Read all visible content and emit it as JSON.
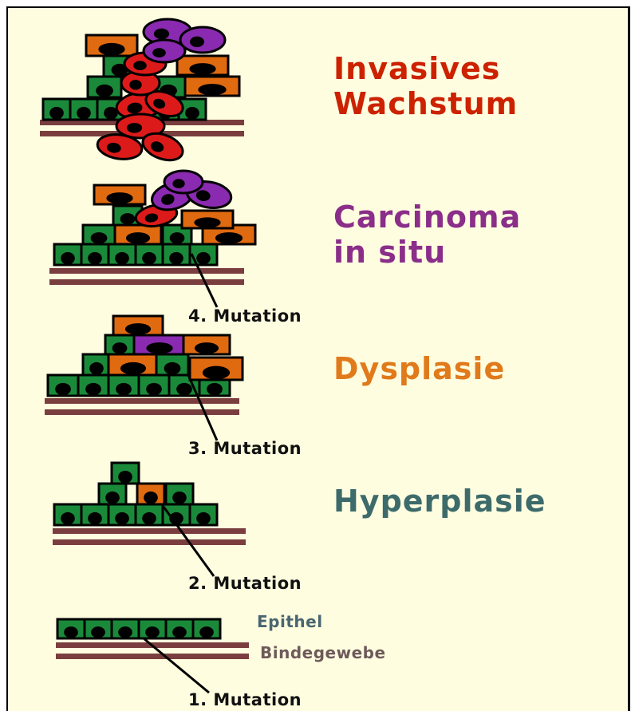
{
  "stages": [
    {
      "id": "invasive",
      "line1": "Invasives",
      "line2": "Wachstum",
      "color": "#cc2200"
    },
    {
      "id": "cis",
      "line1": "Carcinoma",
      "line2": "in situ",
      "color": "#8a2e8a"
    },
    {
      "id": "dysplasia",
      "line1": "Dysplasie",
      "color": "#e07a1a"
    },
    {
      "id": "hyperplasia",
      "line1": "Hyperplasie",
      "color": "#3d6b6b"
    }
  ],
  "mutations": [
    "4. Mutation",
    "3. Mutation",
    "2. Mutation",
    "1. Mutation"
  ],
  "layers": {
    "epithel": {
      "label": "Epithel",
      "color": "#4a6670"
    },
    "bindegewebe": {
      "label": "Bindegewebe",
      "color": "#6e5a5a"
    }
  },
  "colors": {
    "background": "#fffde0",
    "normal_cell": "#1a8a3a",
    "dysplastic_cell": "#e06a10",
    "cis_cell": "#8a2ab0",
    "invasive_cell": "#dd1a1a",
    "nucleus": "#000000",
    "connective_tissue": "#7a3e3e"
  }
}
